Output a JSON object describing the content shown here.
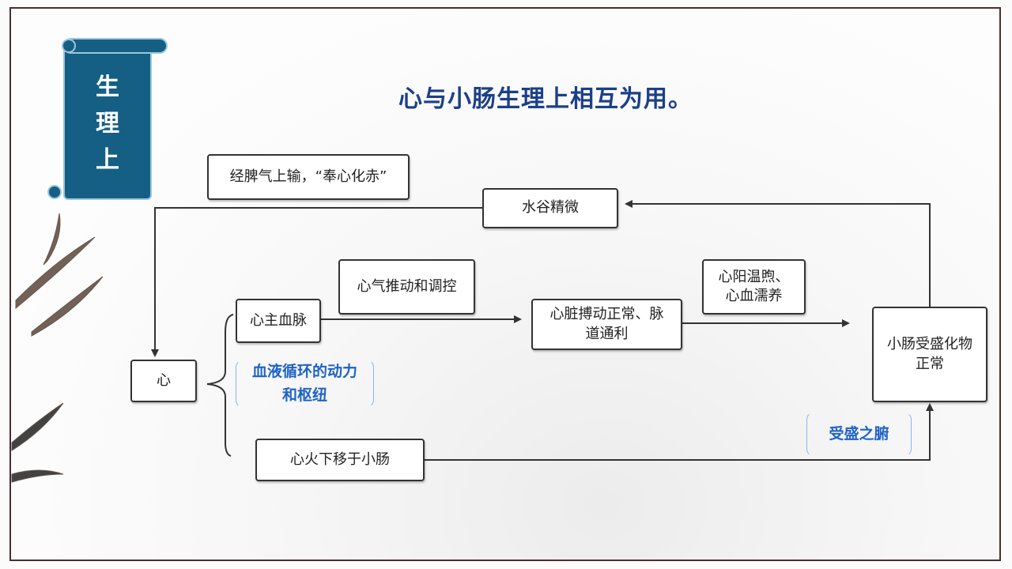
{
  "scroll_label": [
    "生",
    "理",
    "上"
  ],
  "title": "心与小肠生理上相互为用。",
  "boxes": {
    "spleen": "经脾气上输，“奉心化赤”",
    "essence": "水谷精微",
    "heart": "心",
    "governs_blood": "心主血脉",
    "heart_qi": "心气推动和调控",
    "heartbeat": "心脏搏动正常、脉道通利",
    "yang_warm": "心阳温煦、心血濡养",
    "small_intestine": "小肠受盛化物正常",
    "fire_down": "心火下移于小肠"
  },
  "notes": {
    "circulation": "血液循环的动力和枢纽",
    "receiving_organ": "受盛之腑"
  },
  "colors": {
    "scroll": "#155f85",
    "title": "#1b3f8a",
    "note": "#1f63c6",
    "frame": "#4b2e2e"
  }
}
